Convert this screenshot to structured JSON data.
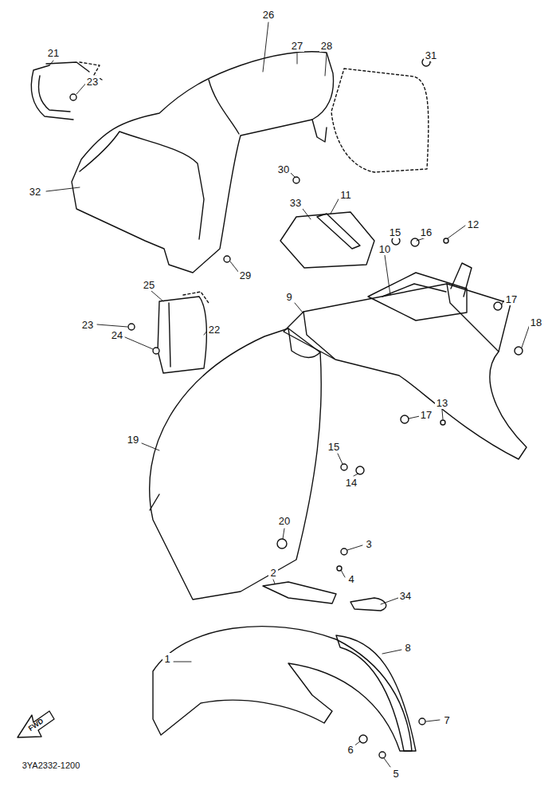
{
  "diagram": {
    "labels": [
      "26",
      "27",
      "28",
      "21",
      "23",
      "31",
      "32",
      "30",
      "33",
      "11",
      "15",
      "16",
      "12",
      "10",
      "29",
      "9",
      "25",
      "17",
      "18",
      "23",
      "24",
      "22",
      "19",
      "17",
      "13",
      "15",
      "14",
      "20",
      "3",
      "4",
      "2",
      "34",
      "1",
      "8",
      "7",
      "6",
      "5",
      "3YA2332-1200",
      "FWD"
    ]
  }
}
